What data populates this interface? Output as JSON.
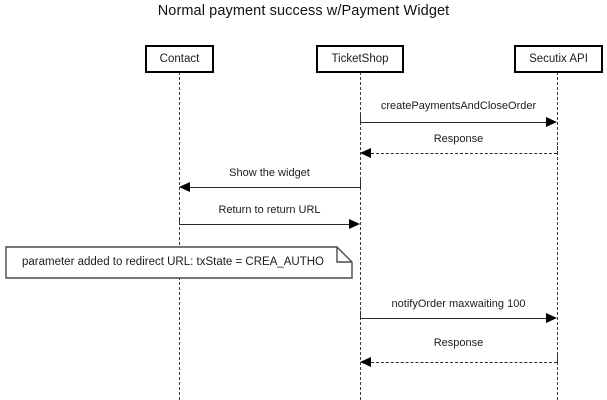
{
  "diagram": {
    "type": "uml-sequence-diagram",
    "title": "Normal payment success w/Payment Widget",
    "background_color": "#ffffff",
    "line_color": "#2b2b2b",
    "participants": [
      {
        "id": "contact",
        "label": "Contact"
      },
      {
        "id": "ticketshop",
        "label": "TicketShop"
      },
      {
        "id": "secutix",
        "label": "Secutix API"
      }
    ],
    "messages": [
      {
        "label": "createPaymentsAndCloseOrder",
        "from": "ticketshop",
        "to": "secutix",
        "direction": "right",
        "style": "solid"
      },
      {
        "label": "Response",
        "from": "secutix",
        "to": "ticketshop",
        "direction": "left",
        "style": "dashed"
      },
      {
        "label": "Show the widget",
        "from": "ticketshop",
        "to": "contact",
        "direction": "left",
        "style": "solid"
      },
      {
        "label": "Return to return URL",
        "from": "contact",
        "to": "ticketshop",
        "direction": "right",
        "style": "solid"
      },
      {
        "label": "notifyOrder maxwaiting 100",
        "from": "ticketshop",
        "to": "secutix",
        "direction": "right",
        "style": "solid"
      },
      {
        "label": "Response",
        "from": "secutix",
        "to": "ticketshop",
        "direction": "left",
        "style": "dashed"
      }
    ],
    "notes": [
      {
        "id": "note-txstate",
        "text": "parameter added to redirect URL: txState = CREA_AUTHO",
        "folded_corner": "top-right"
      }
    ]
  }
}
